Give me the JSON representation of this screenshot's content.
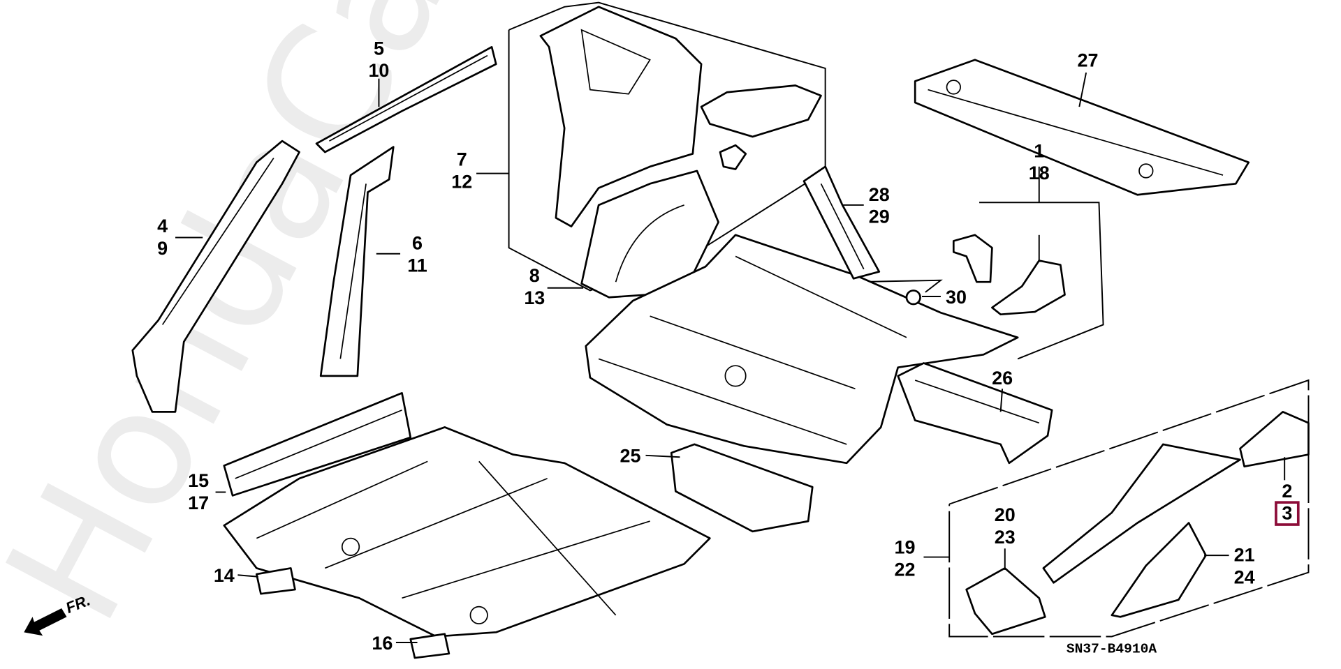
{
  "watermark": "HondaCarMine.ru",
  "diagram_code": "SN37-B4910A",
  "front_indicator": {
    "label": "FR.",
    "icon": "arrow-left-down-icon"
  },
  "highlight_color": "#8c0c38",
  "callouts": [
    {
      "id": "c5-10",
      "lines": [
        "5",
        "10"
      ]
    },
    {
      "id": "c4-9",
      "lines": [
        "4",
        "9"
      ]
    },
    {
      "id": "c6-11",
      "lines": [
        "6",
        "11"
      ]
    },
    {
      "id": "c7-12",
      "lines": [
        "7",
        "12"
      ]
    },
    {
      "id": "c8-13",
      "lines": [
        "8",
        "13"
      ]
    },
    {
      "id": "c27",
      "lines": [
        "27"
      ]
    },
    {
      "id": "c28-29",
      "lines": [
        "28",
        "29"
      ]
    },
    {
      "id": "c1-18",
      "lines": [
        "1",
        "18"
      ]
    },
    {
      "id": "c30",
      "lines": [
        "30"
      ]
    },
    {
      "id": "c26",
      "lines": [
        "26"
      ]
    },
    {
      "id": "c25",
      "lines": [
        "25"
      ]
    },
    {
      "id": "c15-17",
      "lines": [
        "15",
        "17"
      ]
    },
    {
      "id": "c14",
      "lines": [
        "14"
      ]
    },
    {
      "id": "c16",
      "lines": [
        "16"
      ]
    },
    {
      "id": "c19-22",
      "lines": [
        "19",
        "22"
      ]
    },
    {
      "id": "c20-23",
      "lines": [
        "20",
        "23"
      ]
    },
    {
      "id": "c21-24",
      "lines": [
        "21",
        "24"
      ]
    },
    {
      "id": "c2-3",
      "lines": [
        "2",
        "3"
      ],
      "highlighted_line": "3"
    }
  ]
}
